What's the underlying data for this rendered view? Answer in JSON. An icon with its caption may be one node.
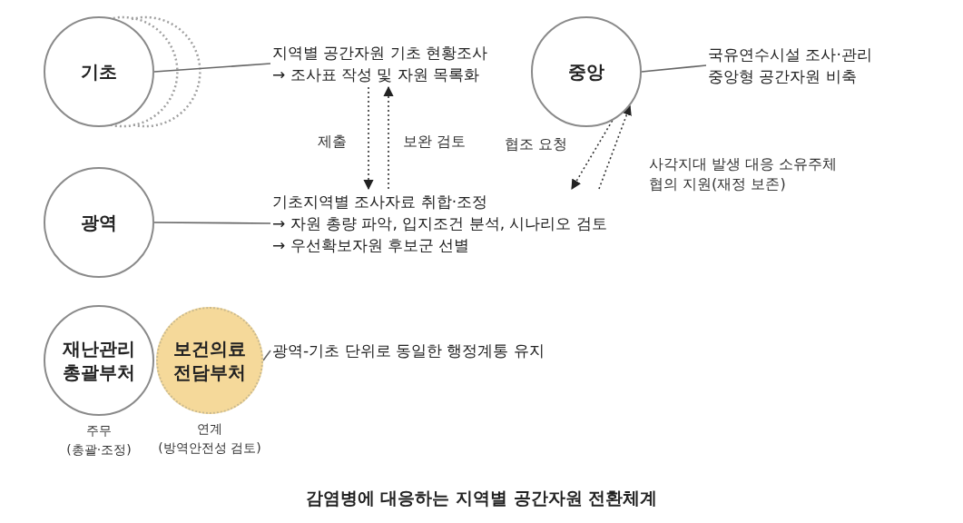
{
  "diagram": {
    "caption": "감염병에 대응하는 지역별 공간자원 전환체계",
    "nodes": [
      {
        "text": [
          "기초"
        ]
      },
      {
        "text": [
          "지역별 공간자원 기초 현황조사",
          "→ 조사표 작성 및 자원 목록화"
        ]
      },
      {
        "text": [
          "중앙"
        ]
      },
      {
        "text": [
          "국유연수시설 조사·관리",
          "중앙형 공간자원 비축"
        ]
      },
      {
        "text": [
          "광역"
        ]
      },
      {
        "text": [
          "기초지역별 조사자료 취합·조정",
          "→ 자원 총량 파악, 입지조건 분석, 시나리오 검토",
          "→ 우선확보자원 후보군 선별"
        ]
      },
      {
        "text": [
          "재난관리 총괄부처"
        ],
        "beside": [
          "주무 (총괄·조정)"
        ]
      },
      {
        "text": [
          "보건의료 전담부처"
        ],
        "beside": [
          "연계 (방역안전성 검토)"
        ]
      },
      {
        "text": [
          "광역-기초 단위로 동일한 행정계통 유지"
        ]
      }
    ],
    "edges": [
      {
        "from": 0,
        "to": 1,
        "arrow": "none"
      },
      {
        "from": 2,
        "to": 3,
        "arrow": "none"
      },
      {
        "from": 1,
        "to": 5,
        "arrow": "to",
        "label": "제출",
        "style": "dashed"
      },
      {
        "from": 5,
        "to": 1,
        "arrow": "to",
        "label": "보완 검토",
        "style": "dashed"
      },
      {
        "from": 2,
        "to": 5,
        "arrow": "to",
        "label": "협조 요청",
        "style": "dashed"
      },
      {
        "from": 5,
        "to": 2,
        "arrow": "to",
        "label": "사각지대 발생 대응 소유주체 협의 지원(재정 보존)",
        "style": "dashed"
      },
      {
        "from": 4,
        "to": 5,
        "arrow": "none"
      },
      {
        "from": 7,
        "to": 8,
        "arrow": "none"
      }
    ]
  }
}
